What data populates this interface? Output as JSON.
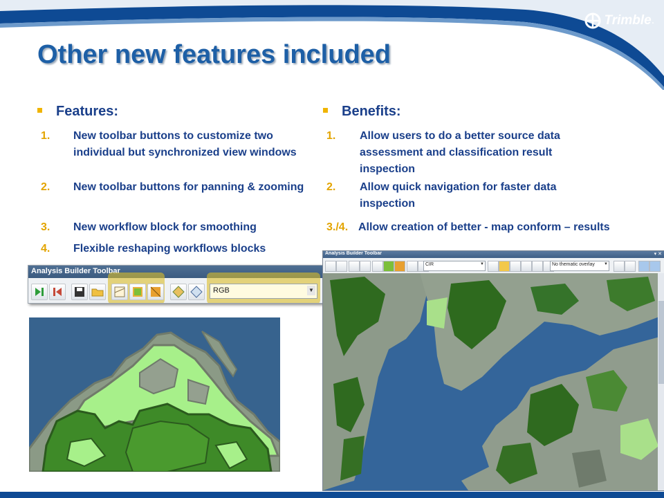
{
  "logo": {
    "text": "Trimble",
    "reg": "."
  },
  "title": "Other new features included",
  "colors": {
    "title": "#1d5fa6",
    "text": "#1a3f8a",
    "numbers": "#e3a400",
    "band": "#0e4a94"
  },
  "features": {
    "heading": "Features:",
    "items": [
      {
        "num": "1.",
        "text": "New toolbar buttons to customize two individual but synchronized view windows"
      },
      {
        "num": "2.",
        "text": "New toolbar buttons for panning & zooming"
      },
      {
        "num": "3.",
        "text": "New workflow block for smoothing"
      },
      {
        "num": "4.",
        "text": "Flexible reshaping workflows blocks"
      }
    ]
  },
  "benefits": {
    "heading": "Benefits:",
    "items": [
      {
        "num": "1.",
        "text": "Allow users to do a better source data assessment and classification result inspection"
      },
      {
        "num": "2.",
        "text": "Allow quick navigation for faster data inspection"
      },
      {
        "num": "3./4.",
        "text": "Allow creation of better - map conform – results"
      }
    ]
  },
  "toolbar_large": {
    "title": "Analysis Builder Toolbar",
    "select_value": "RGB"
  },
  "toolbar_small": {
    "title": "Analysis Builder Toolbar",
    "select1_value": "CIR",
    "select2_value": "No thematic overlay"
  }
}
